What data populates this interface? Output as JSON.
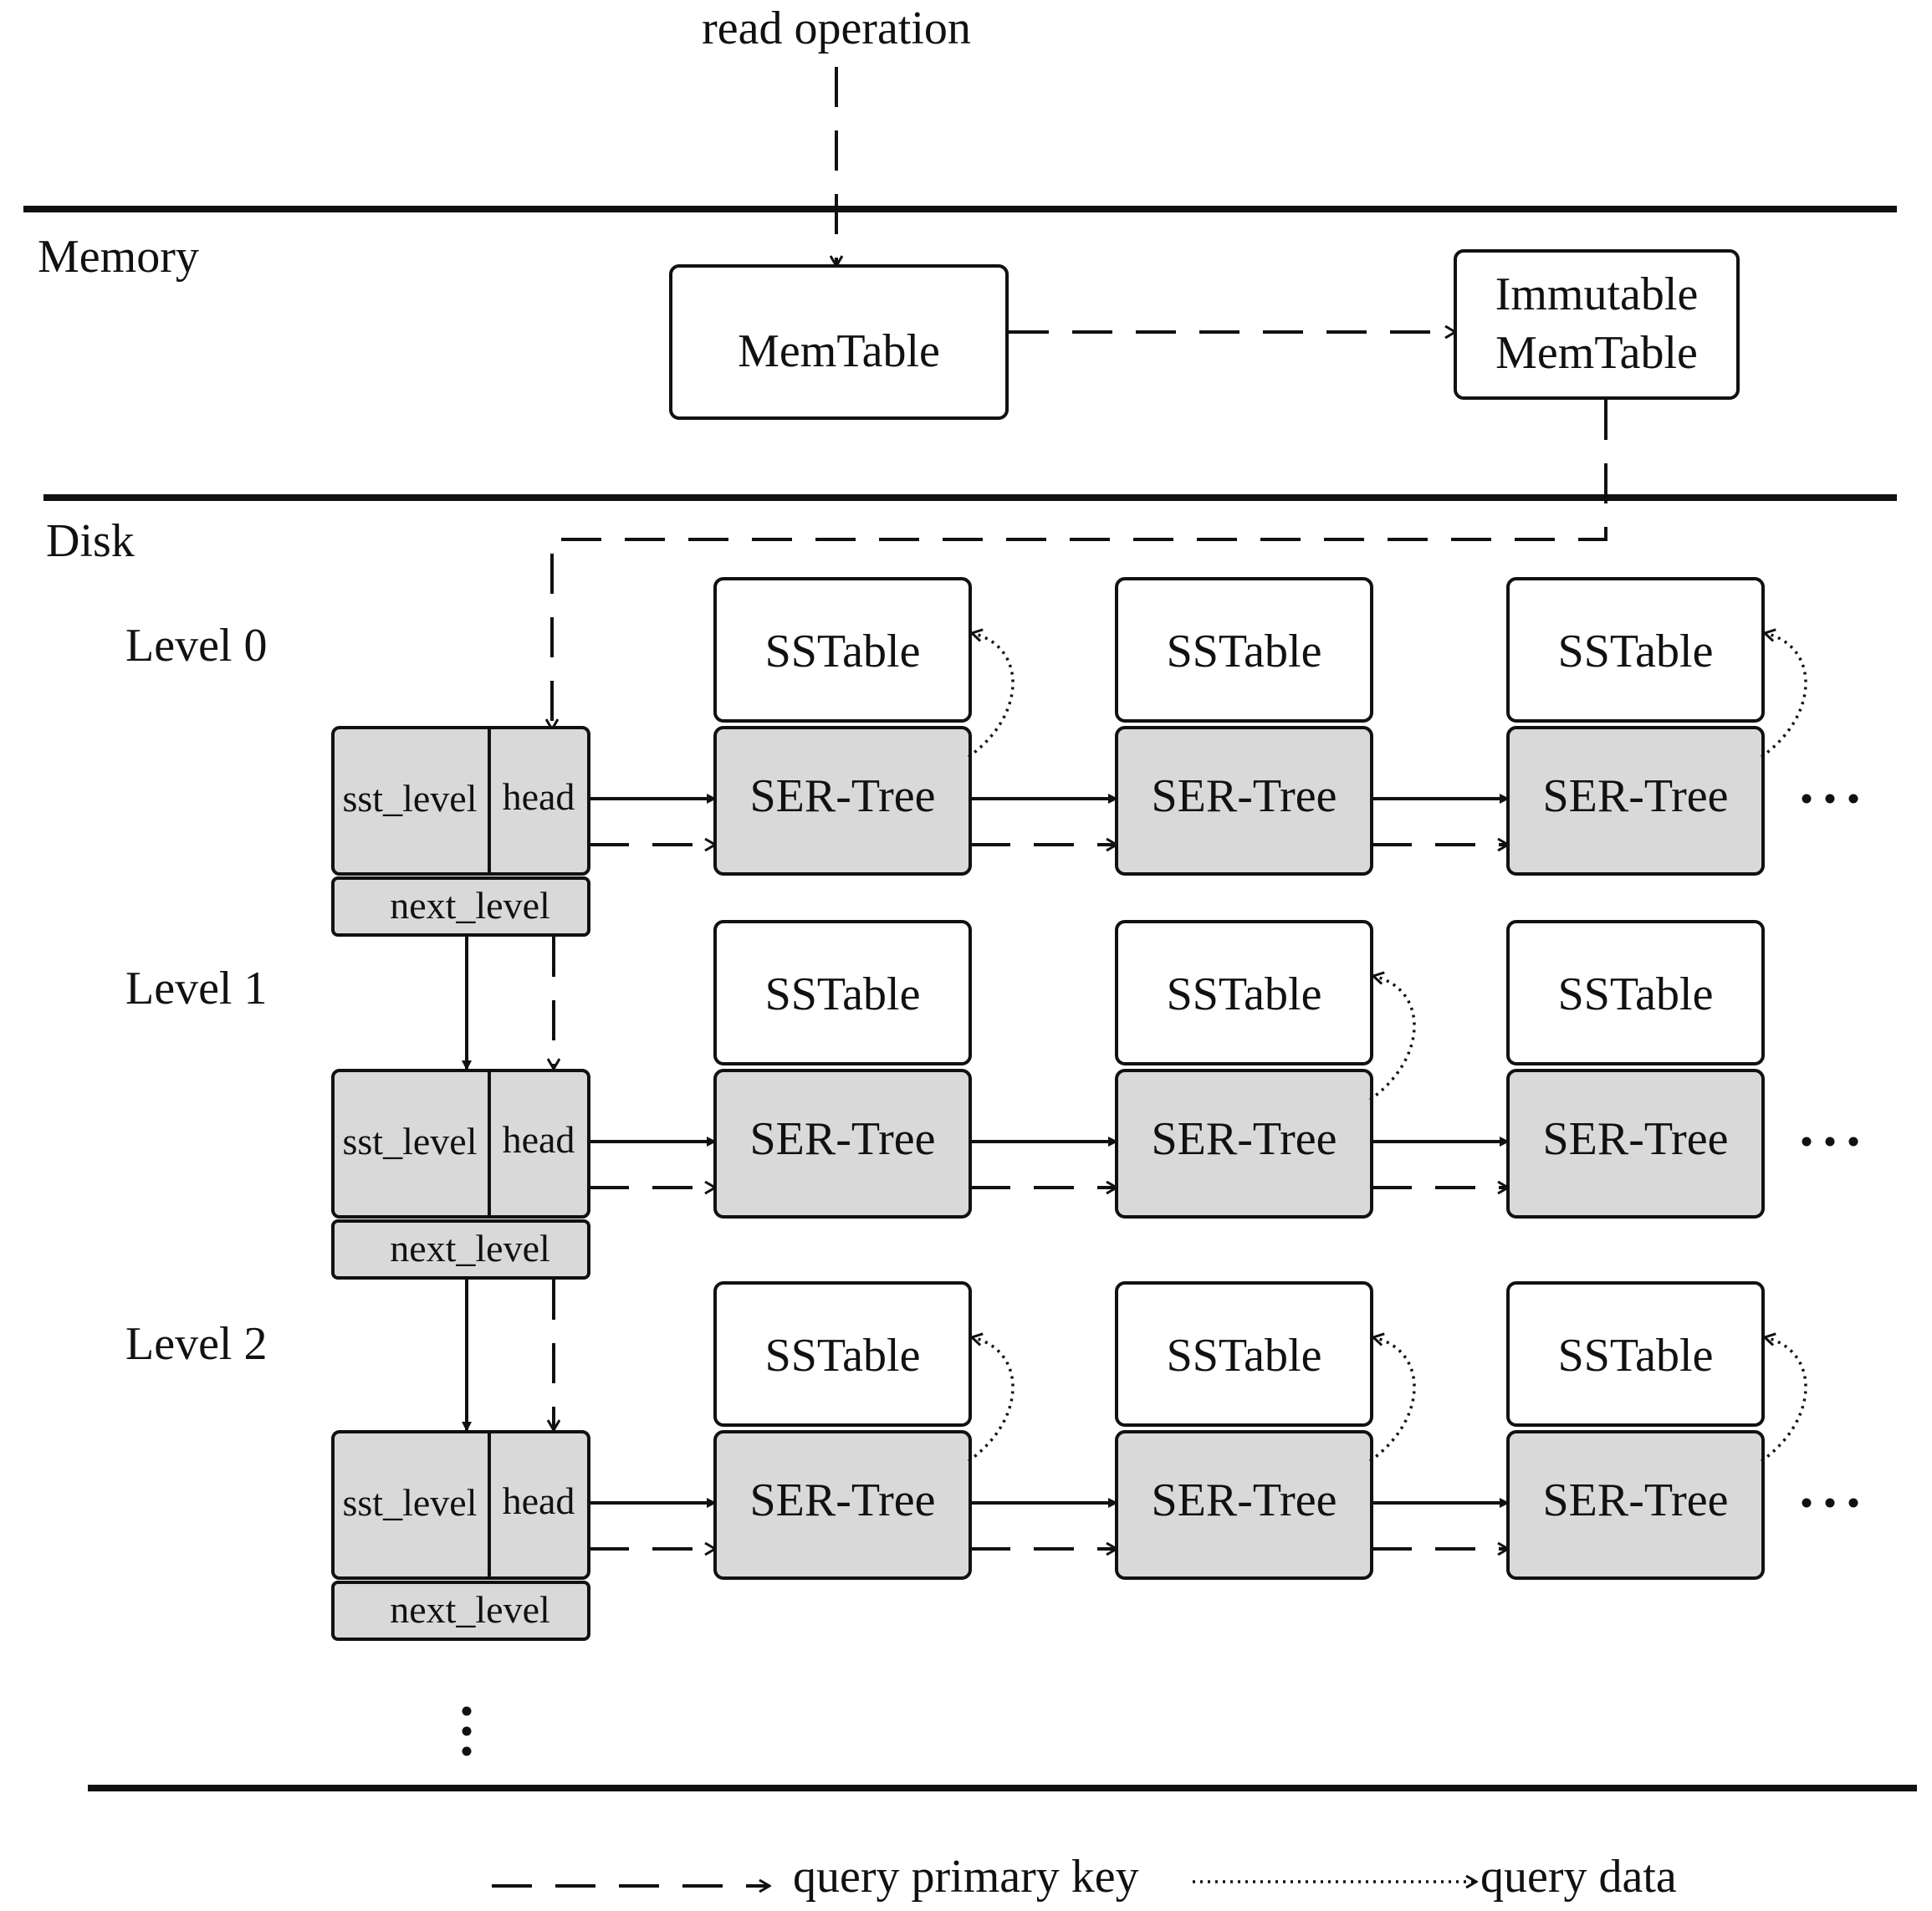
{
  "top_label": "read operation",
  "zones": {
    "memory": "Memory",
    "disk": "Disk"
  },
  "memtable": "MemTable",
  "immutable": {
    "line1": "Immutable",
    "line2": "MemTable"
  },
  "levels": [
    {
      "label": "Level 0"
    },
    {
      "label": "Level 1"
    },
    {
      "label": "Level 2"
    }
  ],
  "level_node": {
    "sst_level": "sst_level",
    "head": "head",
    "next_level": "next_level"
  },
  "sstable_label": "SSTable",
  "sertree_label": "SER-Tree",
  "ellipsis": "…",
  "vertical_ellipsis": "⋮",
  "legend": {
    "dashed": "query primary key",
    "dotted": "query data"
  },
  "colors": {
    "grey_fill": "#d9d9d9",
    "stroke": "#111111"
  }
}
